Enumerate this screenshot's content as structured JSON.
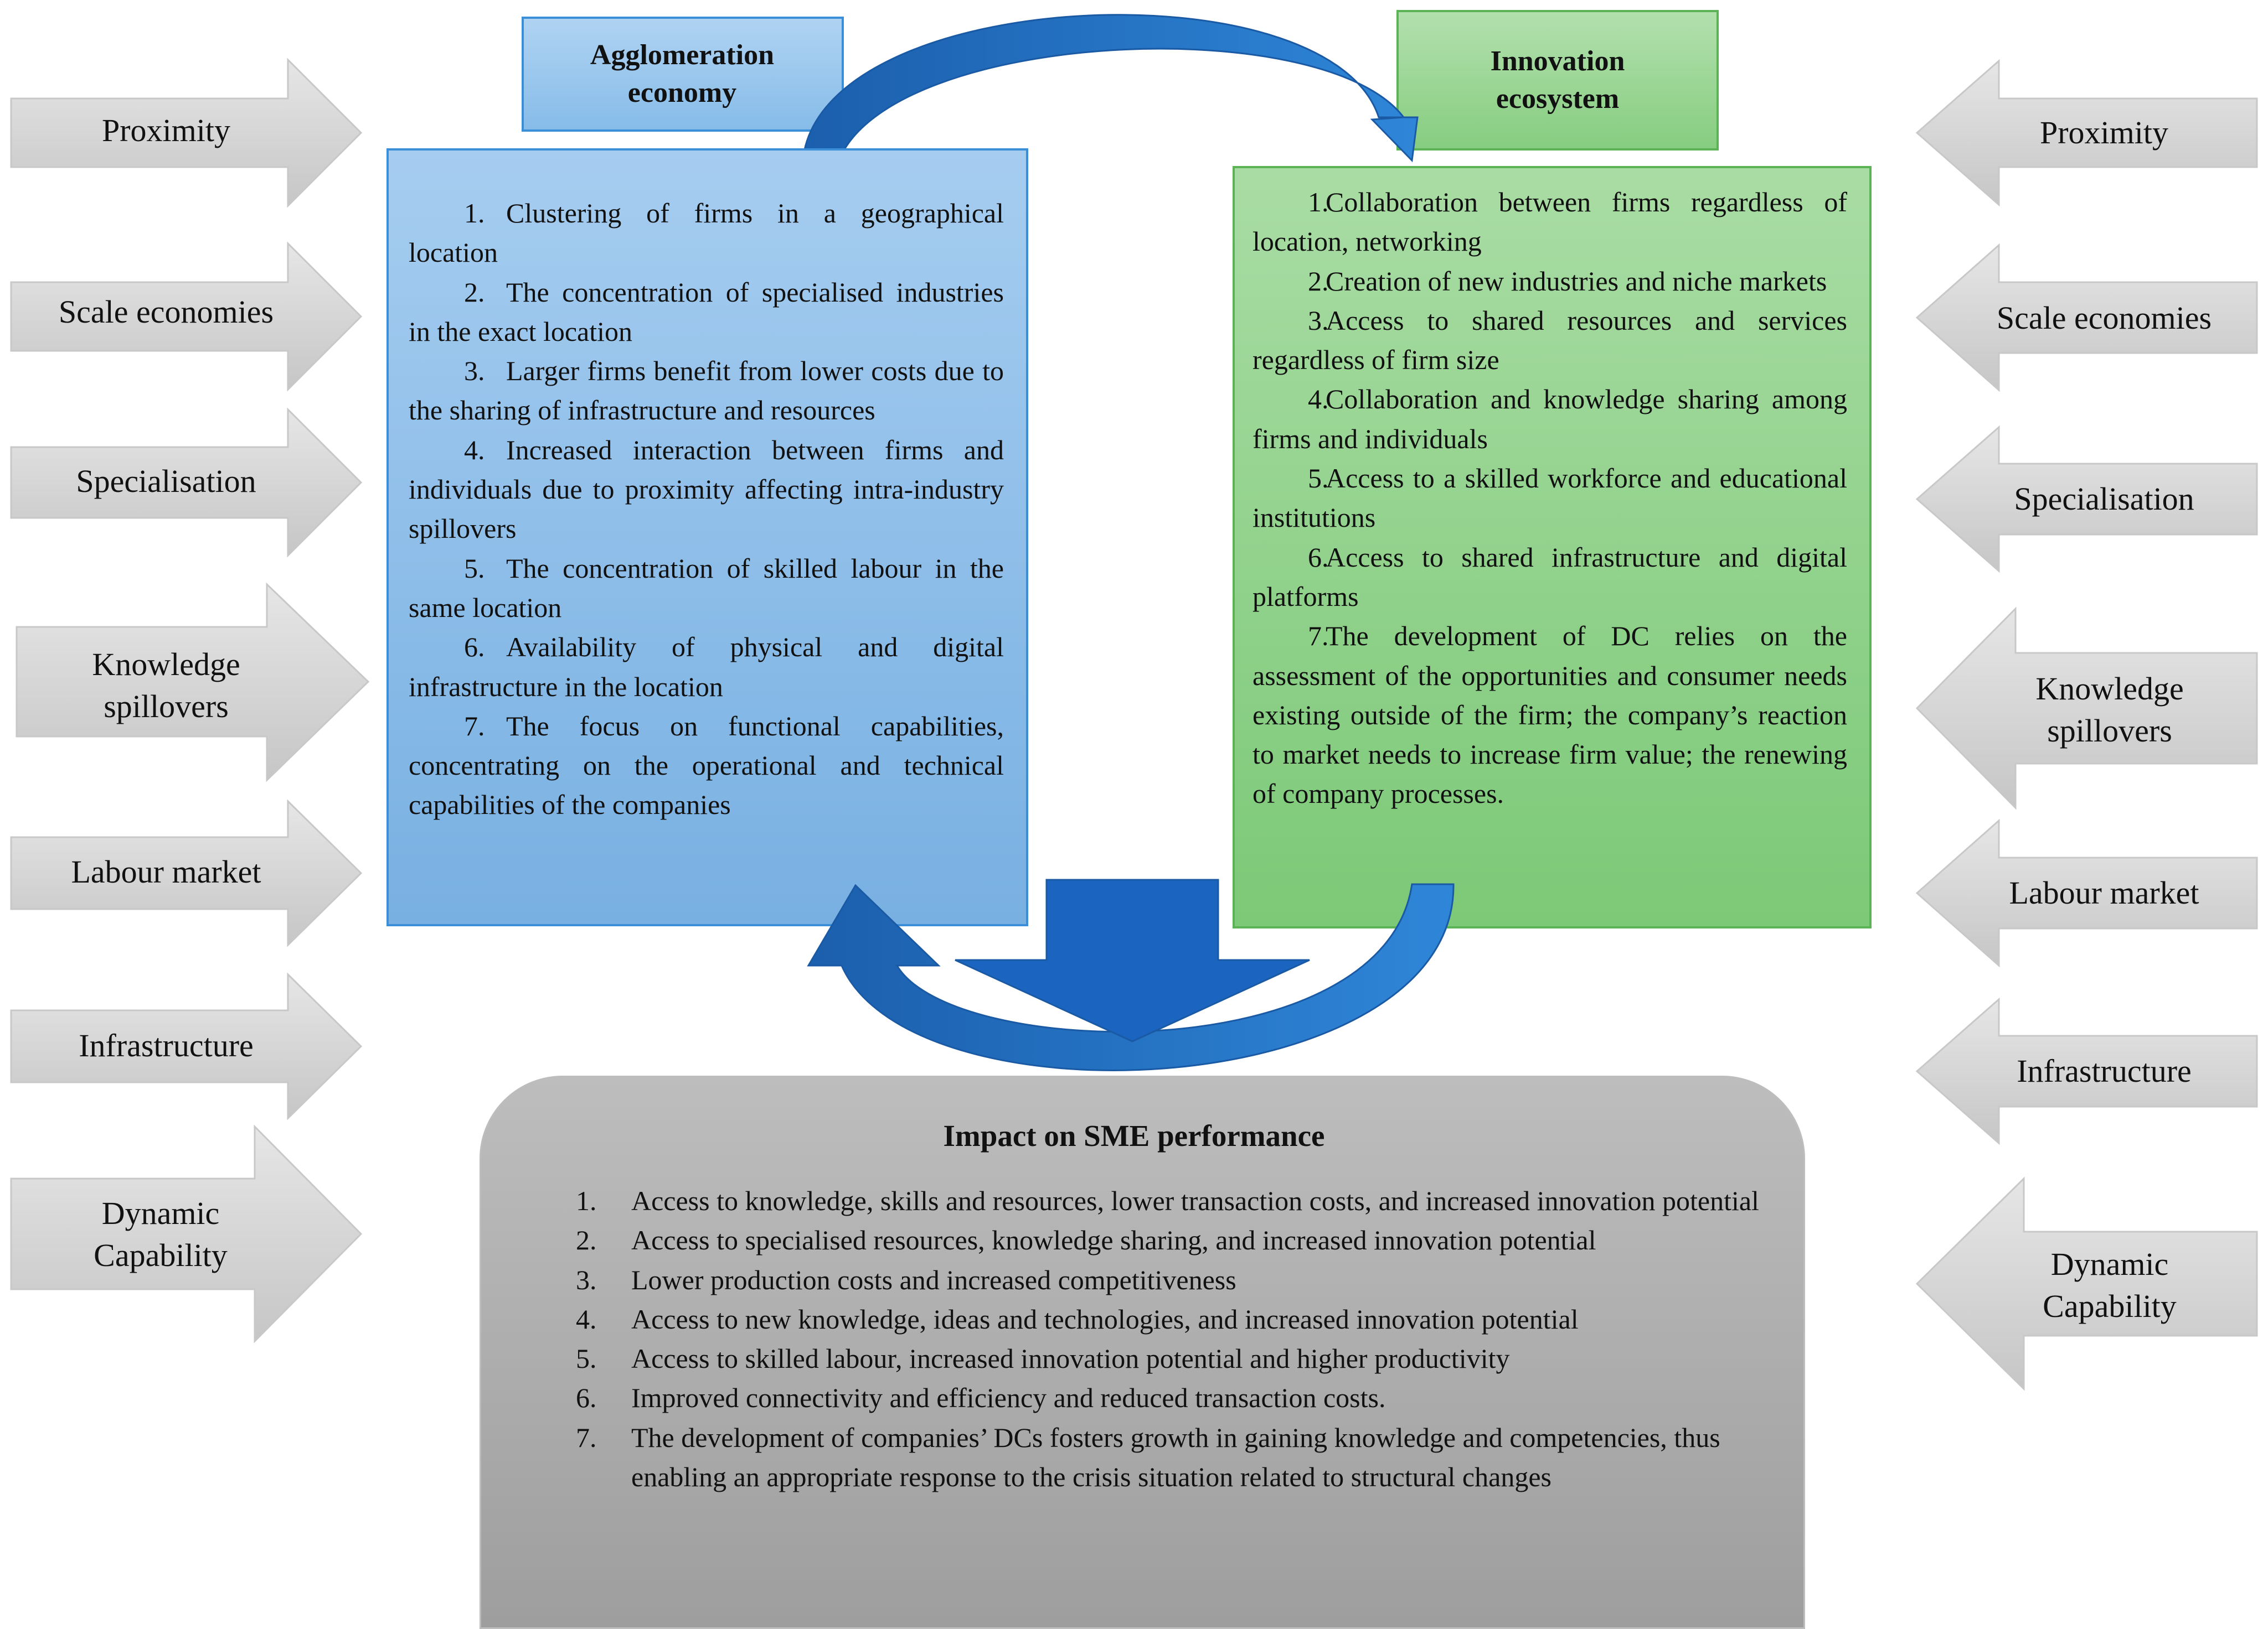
{
  "left_factors": [
    "Proximity",
    "Scale economies",
    "Specialisation",
    "Knowledge spillovers",
    "Labour market",
    "Infrastructure",
    "Dynamic Capability"
  ],
  "right_factors": [
    "Proximity",
    "Scale economies",
    "Specialisation",
    "Knowledge spillovers",
    "Labour market",
    "Infrastructure",
    "Dynamic Capability"
  ],
  "agglomeration": {
    "title": "Agglomeration economy",
    "items": [
      "Clustering of firms in a geographical location",
      "The concentration of specialised industries in the exact location",
      "Larger firms benefit from lower costs due to the sharing of infrastructure and resources",
      "Increased interaction between firms and individuals due to proximity affecting intra-industry spillovers",
      "The concentration of skilled labour in the same location",
      "Availability of physical and digital infrastructure in the location",
      "The focus on functional capabilities, concentrating on the operational and technical capabilities of the companies"
    ]
  },
  "innovation": {
    "title": "Innovation ecosystem",
    "items": [
      "Collaboration between firms regardless of location, networking",
      "Creation of new industries and niche markets",
      "Access to shared resources and services regardless of firm size",
      "Collaboration and knowledge sharing among firms and individuals",
      "Access to a skilled workforce and educational institutions",
      "Access to shared infrastructure and digital platforms",
      "The development of DC relies on the assessment of the opportunities and consumer needs existing outside of the firm; the company’s reaction to market needs to increase firm value; the renewing of company processes."
    ]
  },
  "impact": {
    "title": "Impact on SME performance",
    "items": [
      "Access to knowledge, skills and resources, lower transaction costs, and increased innovation potential",
      "Access to specialised resources, knowledge sharing, and increased innovation potential",
      "Lower production costs and increased competitiveness",
      "Access to new knowledge, ideas and technologies, and increased innovation potential",
      "Access to skilled labour, increased innovation potential and higher productivity",
      "Improved connectivity and efficiency and reduced transaction costs.",
      "The development of companies’ DCs fosters growth in gaining knowledge and competencies, thus enabling an appropriate response to the crisis situation related to structural changes"
    ]
  },
  "colors": {
    "factor_arrow": "#d6d6d6",
    "agglomeration_fill": "#8fbfe8",
    "innovation_fill": "#8fd18a",
    "cycle_arrow": "#1f6fc4",
    "impact_fill": "#a9a9a9"
  }
}
